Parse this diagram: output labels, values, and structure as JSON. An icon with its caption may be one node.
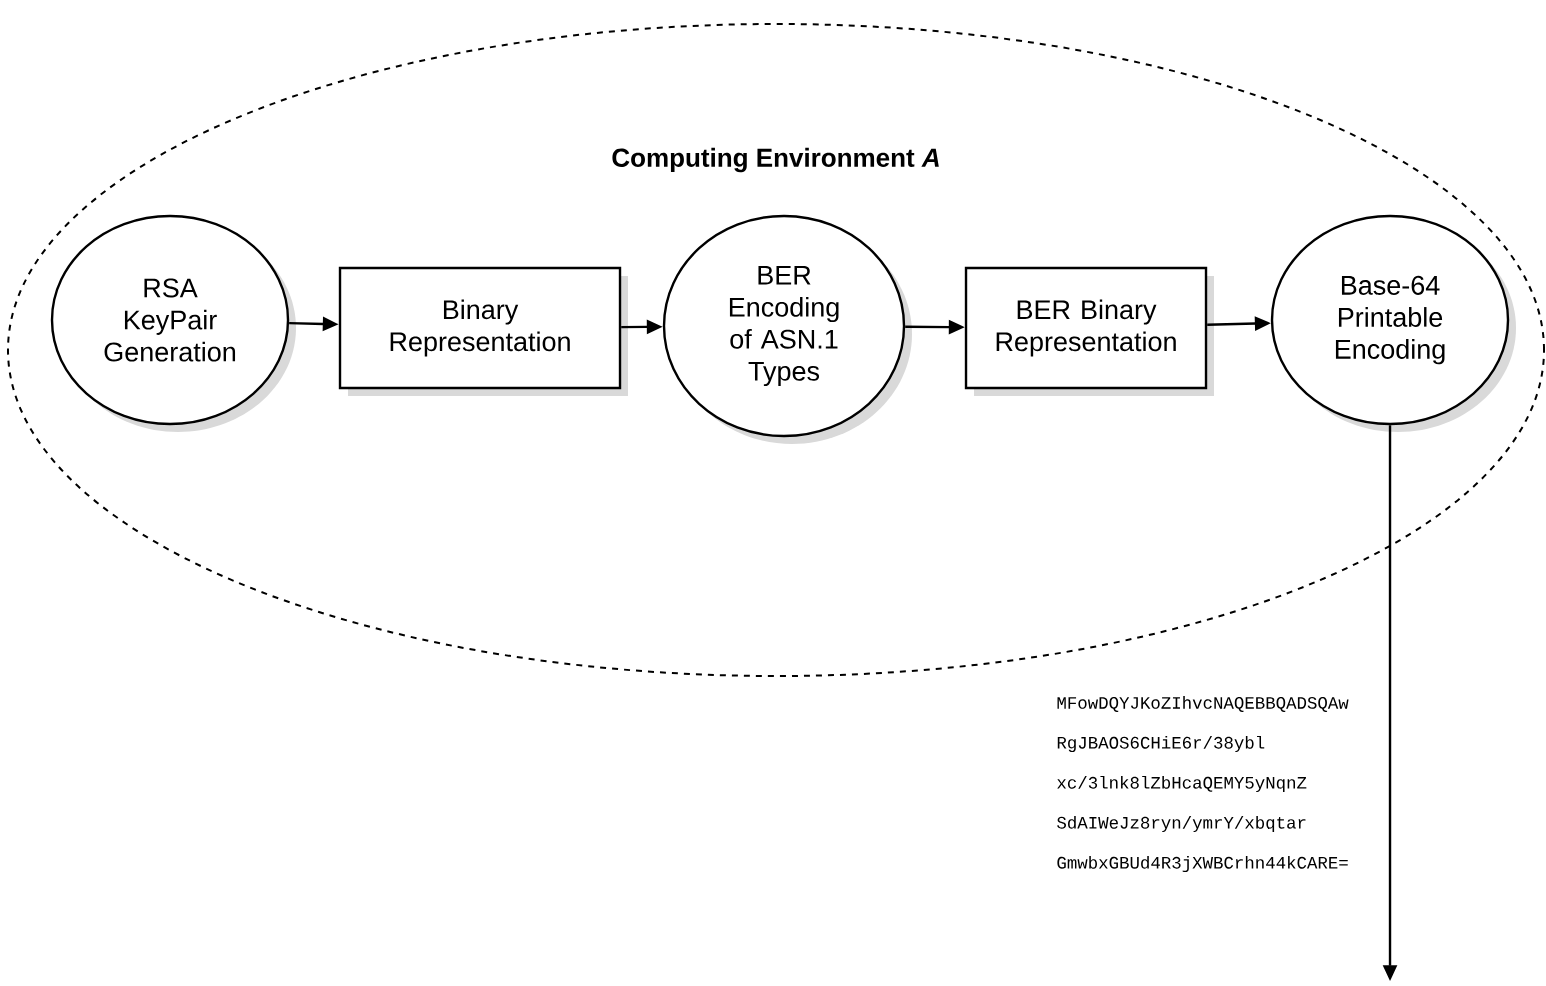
{
  "diagram": {
    "nodes": [
      {
        "text": [
          "Computing Environment *A*"
        ]
      },
      {
        "text": [
          "RSA KeyPair Generation"
        ],
        "in": 0
      },
      {
        "text": [
          "Binary Representation"
        ],
        "in": 0
      },
      {
        "text": [
          "BER Encoding of ASN.1 Types"
        ],
        "in": 0
      },
      {
        "text": [
          "BER Binary Representation"
        ],
        "in": 0
      },
      {
        "text": [
          "Base-64 Printable Encoding"
        ],
        "in": 0
      }
    ],
    "edges": [
      {
        "from": 1,
        "to": 2,
        "arrow": "to"
      },
      {
        "from": 2,
        "to": 3,
        "arrow": "to"
      },
      {
        "from": 3,
        "to": 4,
        "arrow": "to"
      },
      {
        "from": 4,
        "to": 5,
        "arrow": "to"
      },
      {
        "from": 5,
        "to": null,
        "arrow": "to"
      }
    ],
    "labels": [
      "MFowDQYJKoZIhvcNAQEBBQADSQAw",
      "RgJBAOS6CHiE6r/38ybl",
      "xc/3lnk8lZbHcaQEMY5yNqnZ",
      "SdAIWeJz8ryn/ymrY/xbqtar",
      "GmwbxGBUd4R3jXWBCrhn44kCARE="
    ]
  }
}
